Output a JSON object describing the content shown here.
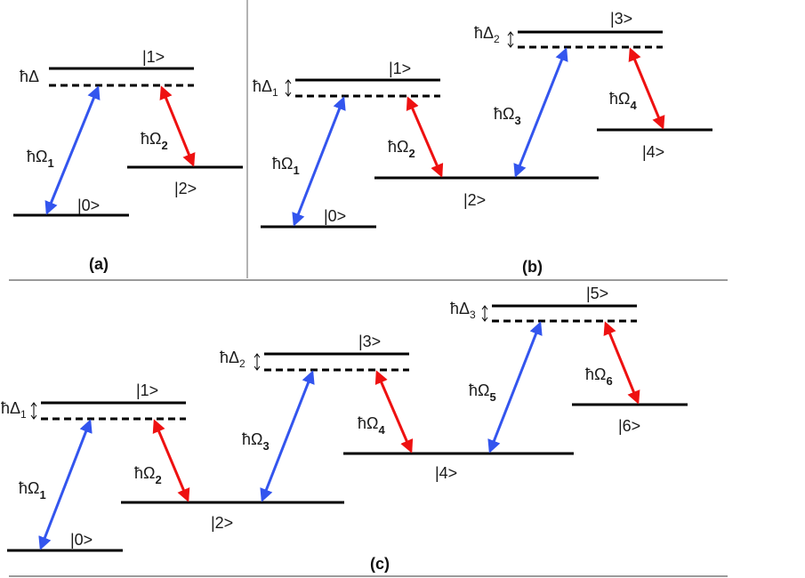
{
  "colors": {
    "pump": "#3355ee",
    "stokes": "#ee1111",
    "level": "#000000",
    "divider": "#9a9a9a"
  },
  "panels": [
    {
      "label": "(a)",
      "states": [
        "|0>",
        "|1>",
        "|2>"
      ],
      "detunings": [
        {
          "sym": "ħΔ",
          "sub": ""
        }
      ],
      "couplings": [
        {
          "sym": "ħΩ",
          "sub": "1"
        },
        {
          "sym": "ħΩ",
          "sub": "2"
        }
      ]
    },
    {
      "label": "(b)",
      "states": [
        "|0>",
        "|1>",
        "|2>",
        "|3>",
        "|4>"
      ],
      "detunings": [
        {
          "sym": "ħΔ",
          "sub": "1"
        },
        {
          "sym": "ħΔ",
          "sub": "2"
        }
      ],
      "couplings": [
        {
          "sym": "ħΩ",
          "sub": "1"
        },
        {
          "sym": "ħΩ",
          "sub": "2"
        },
        {
          "sym": "ħΩ",
          "sub": "3"
        },
        {
          "sym": "ħΩ",
          "sub": "4"
        }
      ]
    },
    {
      "label": "(c)",
      "states": [
        "|0>",
        "|1>",
        "|2>",
        "|3>",
        "|4>",
        "|5>",
        "|6>"
      ],
      "detunings": [
        {
          "sym": "ħΔ",
          "sub": "1"
        },
        {
          "sym": "ħΔ",
          "sub": "2"
        },
        {
          "sym": "ħΔ",
          "sub": "3"
        }
      ],
      "couplings": [
        {
          "sym": "ħΩ",
          "sub": "1"
        },
        {
          "sym": "ħΩ",
          "sub": "2"
        },
        {
          "sym": "ħΩ",
          "sub": "3"
        },
        {
          "sym": "ħΩ",
          "sub": "4"
        },
        {
          "sym": "ħΩ",
          "sub": "5"
        },
        {
          "sym": "ħΩ",
          "sub": "6"
        }
      ]
    }
  ]
}
